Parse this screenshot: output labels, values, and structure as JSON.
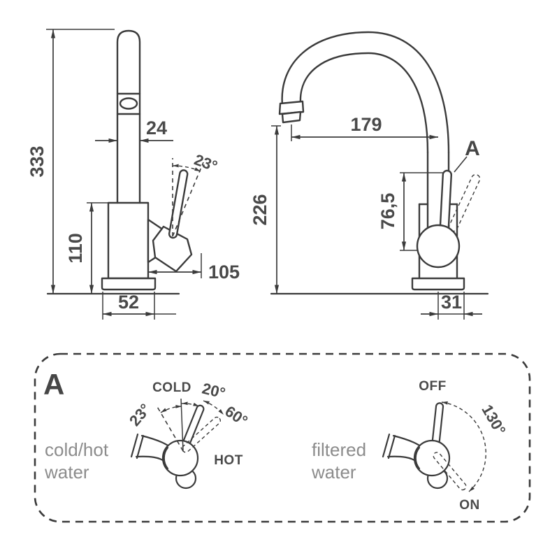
{
  "drawing": {
    "front_view": {
      "height_total": "333",
      "spout_width": "24",
      "handle_angle": "23°",
      "body_height": "110",
      "handle_reach": "105",
      "base_width": "52"
    },
    "side_view": {
      "spout_reach": "179",
      "spout_height": "226",
      "handle_height": "76,5",
      "base_depth": "31",
      "detail_ref": "A"
    },
    "detail_panel": {
      "ref": "A",
      "mixer": {
        "caption_line1": "cold/hot",
        "caption_line2": "water",
        "cold": "COLD",
        "hot": "HOT",
        "angle_small": "20°",
        "angle_large": "60°",
        "angle_side": "23°"
      },
      "filter": {
        "caption_line1": "filtered",
        "caption_line2": "water",
        "off": "OFF",
        "on": "ON",
        "angle_sweep": "130°"
      }
    },
    "colors": {
      "line": "#3b3b3b",
      "dim_text": "#4a4a4a",
      "caption_text": "#8c8c8c",
      "background": "#ffffff"
    }
  }
}
